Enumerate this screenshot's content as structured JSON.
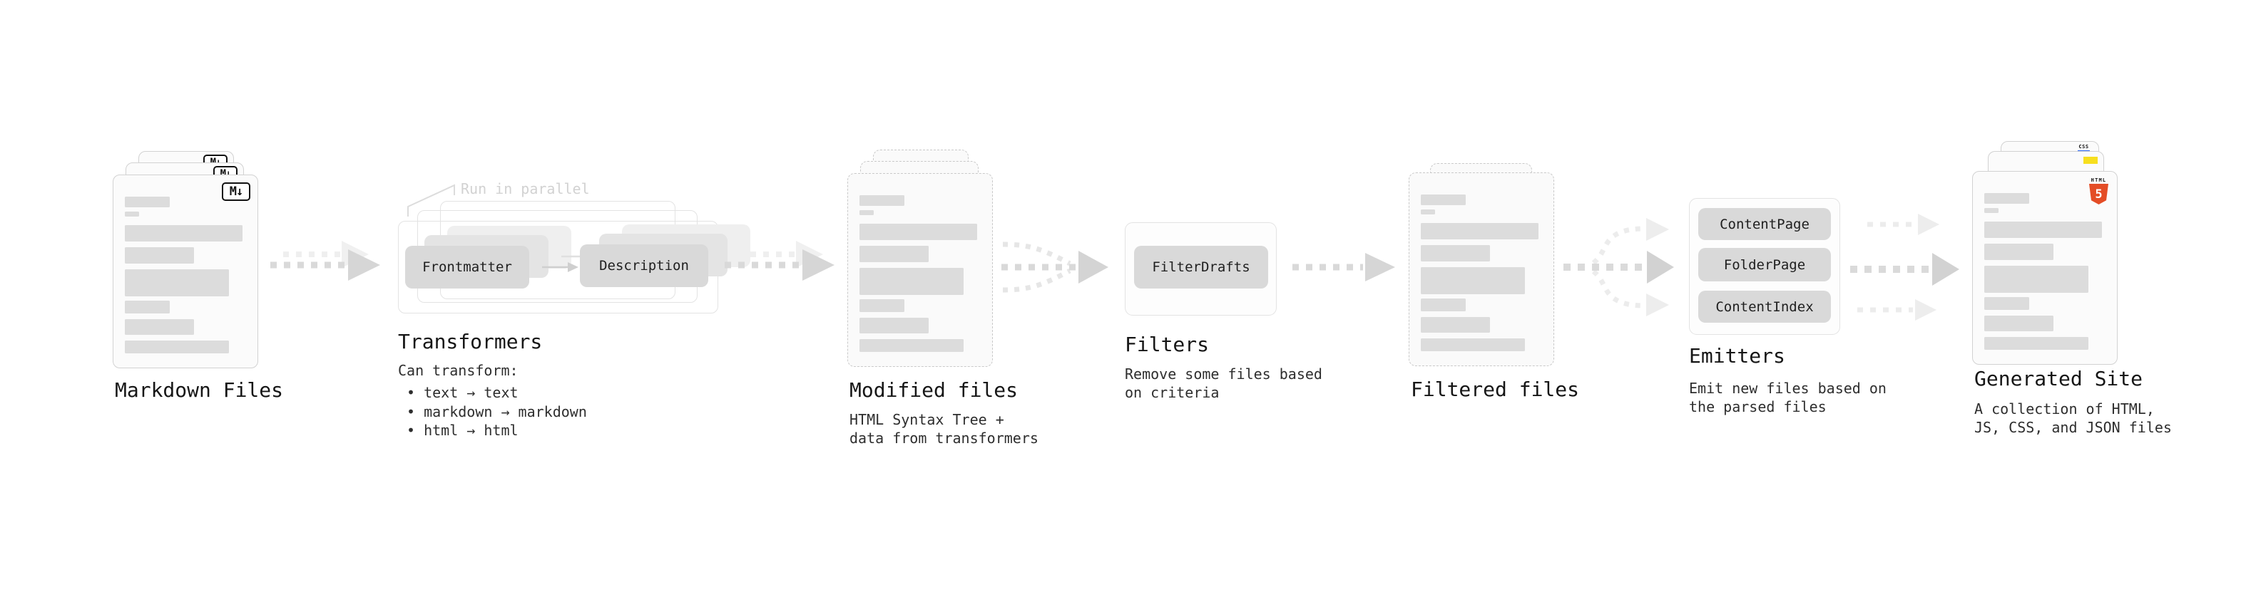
{
  "diagram": {
    "markdown_files": {
      "title": "Markdown Files"
    },
    "transformers": {
      "annotation": "Run in parallel",
      "transformer_input": "Frontmatter",
      "transformer_output": "Description",
      "title": "Transformers",
      "description_heading": "Can transform:",
      "bullets": [
        "• text → text",
        "• markdown → markdown",
        "• html → html"
      ]
    },
    "modified_files": {
      "title": "Modified files",
      "subtitle_line1": "HTML Syntax Tree +",
      "subtitle_line2": "data from transformers"
    },
    "filters": {
      "title": "Filters",
      "filter_name": "FilterDrafts",
      "subtitle_line1": "Remove some files based",
      "subtitle_line2": "on criteria"
    },
    "filtered_files": {
      "title": "Filtered files"
    },
    "emitters": {
      "title": "Emitters",
      "emitter_names": [
        "ContentPage",
        "FolderPage",
        "ContentIndex"
      ],
      "subtitle_line1": "Emit new files based on",
      "subtitle_line2": "the parsed files"
    },
    "generated_site": {
      "title": "Generated Site",
      "subtitle_line1": "A collection of HTML,",
      "subtitle_line2": "JS, CSS, and JSON files"
    }
  },
  "icons": {
    "markdown": "M↓",
    "html5_label": "HTML",
    "html5_numeral": "5",
    "css_label": "CSS"
  },
  "colors": {
    "accent_html5": "#e44d26",
    "accent_js": "#f7df1e",
    "accent_css": "#2b66f6",
    "arrow": "#d9d9d9",
    "arrow_light": "#efefef",
    "pill": "#d9d9d9"
  }
}
